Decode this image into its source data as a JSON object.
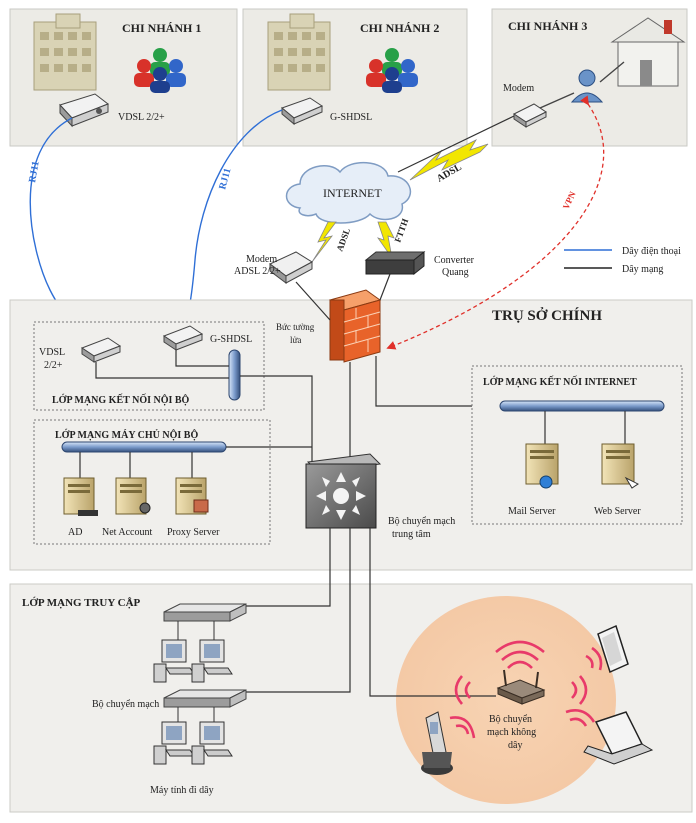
{
  "branches": {
    "b1": {
      "title": "CHI NHÁNH 1",
      "device": "VDSL 2/2+"
    },
    "b2": {
      "title": "CHI NHÁNH 2",
      "device": "G-SHDSL"
    },
    "b3": {
      "title": "CHI NHÁNH 3",
      "device": "Modem"
    }
  },
  "cables": {
    "rj11_left": "RJ11",
    "rj11_right": "RJ11"
  },
  "internet": {
    "label": "INTERNET",
    "adsl_branch": "ADSL",
    "adsl_hq": "ADSL",
    "ftth": "FTTH",
    "vpn": "VPN",
    "modem_label_1": "Modem",
    "modem_label_2": "ADSL 2/2+",
    "converter_1": "Converter",
    "converter_2": "Quang"
  },
  "legend": {
    "phone_line": "Dây điện thoại",
    "network_line": "Dây mạng"
  },
  "hq": {
    "title": "TRỤ SỞ CHÍNH",
    "firewall_1": "Bức tường",
    "firewall_2": "lửa",
    "vdsl_1": "VDSL",
    "vdsl_2": "2/2+",
    "gshdsl": "G-SHDSL",
    "connect_layer": "LỚP MẠNG KẾT NỐI NỘI BỘ",
    "server_layer": "LỚP MẠNG MÁY CHỦ NỘI BỘ",
    "servers": [
      "AD",
      "Net Account",
      "Proxy Server"
    ],
    "core_switch_1": "Bộ chuyển mạch",
    "core_switch_2": "trung tâm",
    "internet_layer": "LỚP MẠNG KẾT NỐI INTERNET",
    "internet_servers": [
      "Mail Server",
      "Web Server"
    ]
  },
  "access": {
    "title": "LỚP MẠNG TRUY CẬP",
    "switch_label": "Bộ chuyển mạch",
    "wired_label": "Máy tính đi dây",
    "wireless_1": "Bộ chuyển",
    "wireless_2": "mạch không",
    "wireless_3": "dây"
  },
  "colors": {
    "phone_line": "#2f6fd6",
    "network_line": "#222222",
    "vpn": "#e0302a",
    "wifi": "#e83a6a",
    "firewall": "#e8632a"
  }
}
